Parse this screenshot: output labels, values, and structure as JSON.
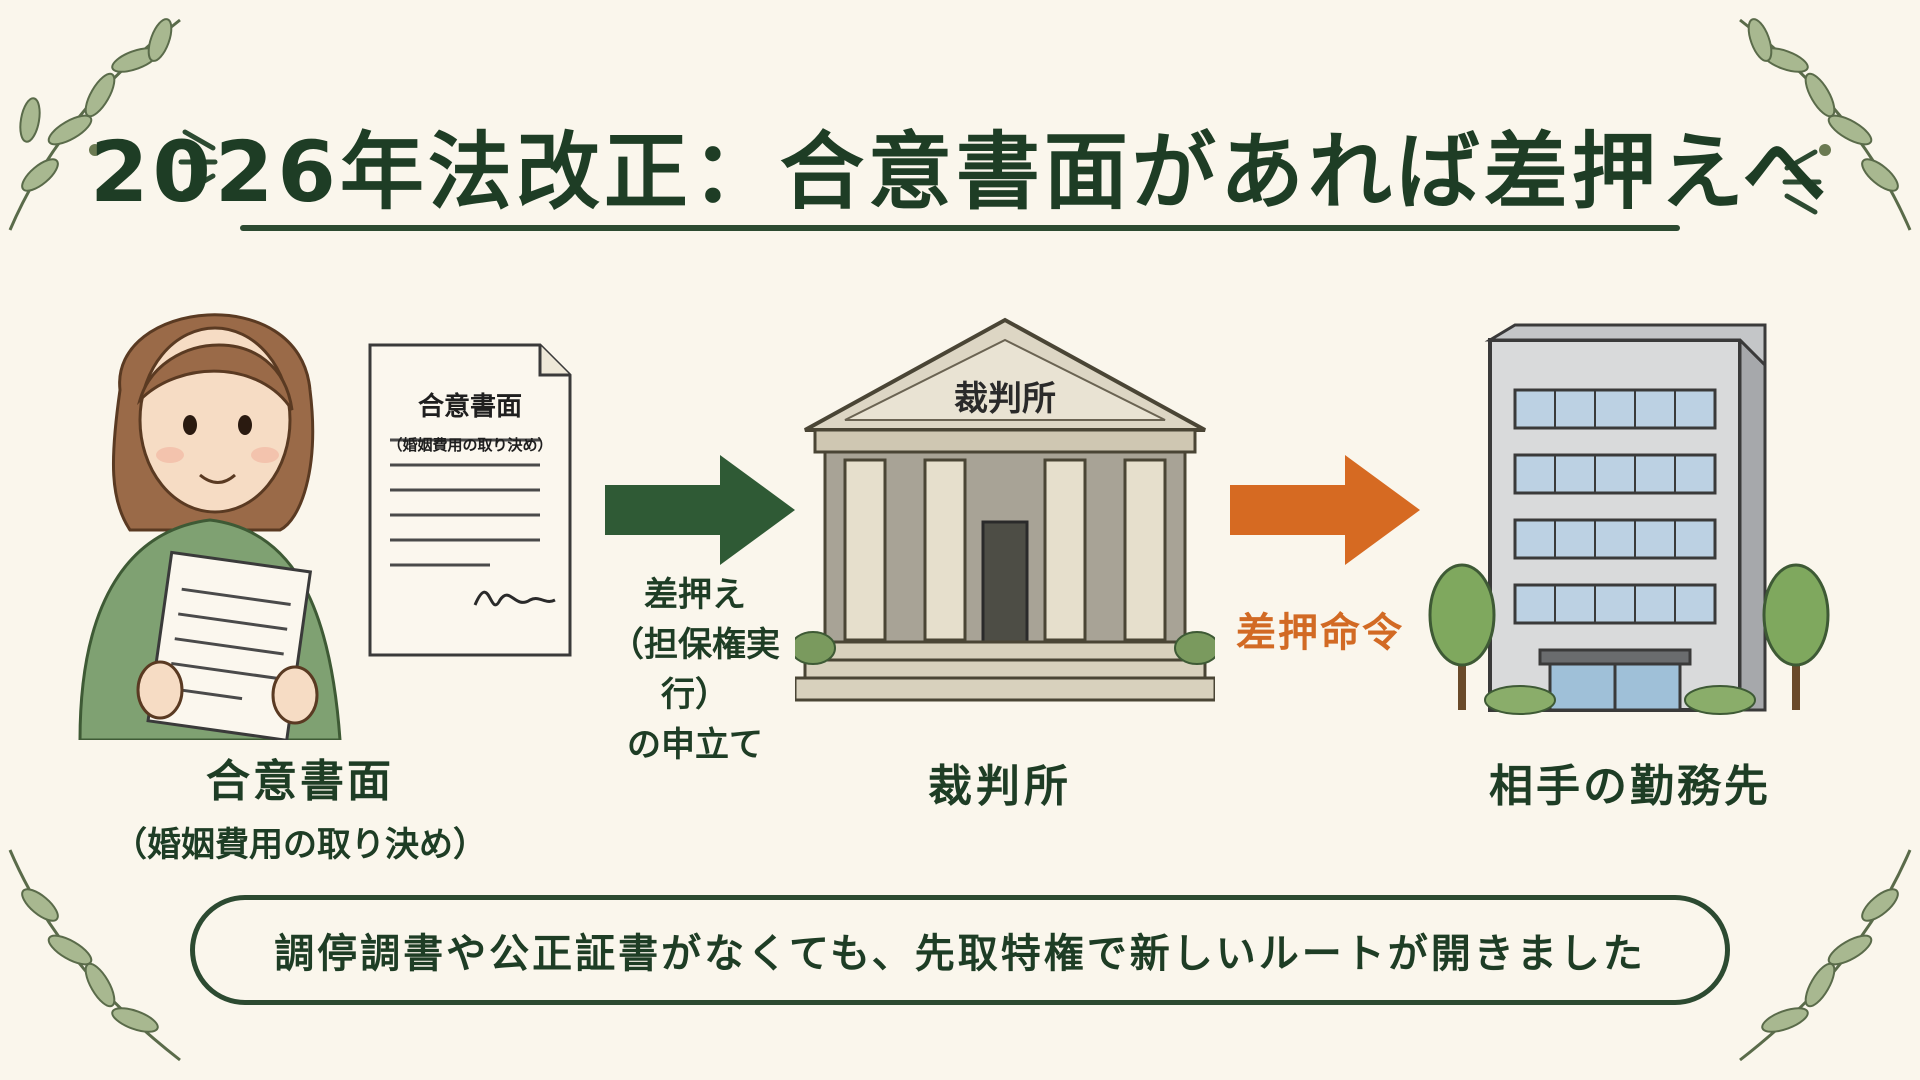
{
  "title": "2026年法改正：合意書面があれば差押えへ",
  "person": {
    "document_title": "合意書面",
    "document_subtitle": "（婚姻費用の取り決め）",
    "caption_main": "合意書面",
    "caption_sub": "（婚姻費用の取り決め）"
  },
  "arrow1": {
    "label_line1": "差押え",
    "label_line2": "（担保権実行）",
    "label_line3": "の申立て",
    "color": "#2f5a35"
  },
  "court": {
    "pediment_text": "裁判所",
    "caption": "裁判所"
  },
  "arrow2": {
    "label": "差押命令",
    "color": "#d66a22"
  },
  "workplace": {
    "caption": "相手の勤務先"
  },
  "banner": {
    "text": "調停調書や公正証書がなくても、先取特権で新しいルートが開きました"
  },
  "icons": [
    "leaf-vine-icon",
    "document-icon",
    "signature-icon",
    "court-building-icon",
    "office-building-icon",
    "tree-icon",
    "arrow-right-icon"
  ]
}
